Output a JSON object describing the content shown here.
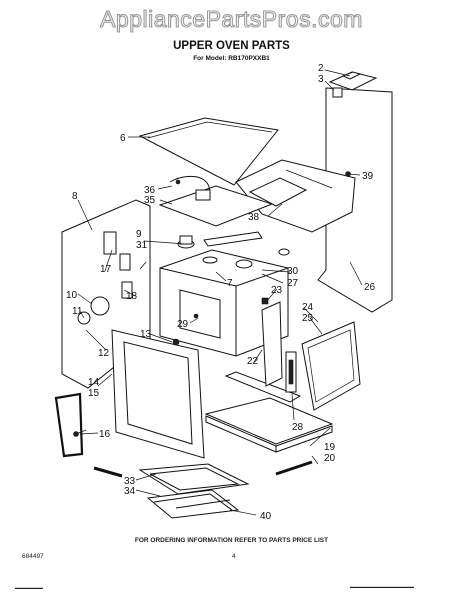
{
  "watermark": "AppliancePartsPros.com",
  "title": "UPPER OVEN PARTS",
  "subtitle": "For Model: RB170PXXB1",
  "callouts": {
    "c2": "2",
    "c3": "3",
    "c6": "6",
    "c7": "7",
    "c8": "8",
    "c9": "9",
    "c10": "10",
    "c11": "11",
    "c12": "12",
    "c13": "13",
    "c14": "14",
    "c15": "15",
    "c16": "16",
    "c17": "17",
    "c18": "18",
    "c19": "19",
    "c20": "20",
    "c22": "22",
    "c23": "23",
    "c24": "24",
    "c25": "25",
    "c26": "26",
    "c27": "27",
    "c28": "28",
    "c29": "29",
    "c30": "30",
    "c31": "31",
    "c33": "33",
    "c34": "34",
    "c35": "35",
    "c36": "36",
    "c38": "38",
    "c39": "39",
    "c40": "40"
  },
  "footer": {
    "order_note": "FOR ORDERING INFORMATION REFER TO PARTS PRICE LIST",
    "part_number": "684497",
    "page_number": "4"
  }
}
